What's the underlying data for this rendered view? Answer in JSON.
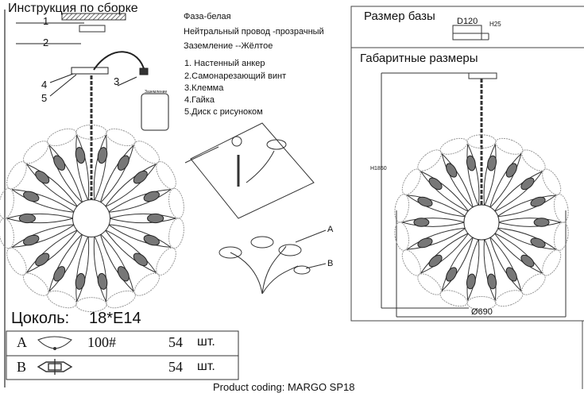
{
  "assembly": {
    "title": "Инструкция по сборке",
    "wiring": [
      "Фаза-белая",
      "Нейтральный провод -прозрачный",
      "Заземление --Жёлтое"
    ],
    "parts": [
      "1. Настенный анкер",
      "2.Самонарезающий винт",
      "3.Клемма",
      "4.Гайка",
      "5.Диск с рисунокoм"
    ],
    "callouts": [
      "1",
      "2",
      "3",
      "4",
      "5"
    ],
    "inset_label": "Заземление"
  },
  "base": {
    "title": "Размер базы",
    "diameter": "D120",
    "height": "H25"
  },
  "dimensions": {
    "title": "Габаритные размеры",
    "height": "H1850",
    "diameter": "Ø690"
  },
  "detail_labels": [
    "A",
    "B"
  ],
  "socket": {
    "label": "Цоколь:",
    "value": "18*E14"
  },
  "parts_table": [
    {
      "letter": "A",
      "icon": "crystal-leaf-icon",
      "code": "100#",
      "qty": "54",
      "unit": "шт."
    },
    {
      "letter": "B",
      "icon": "crystal-pendant-icon",
      "code": "",
      "qty": "54",
      "unit": "шт."
    }
  ],
  "footer": "Product coding: MARGO SP18"
}
